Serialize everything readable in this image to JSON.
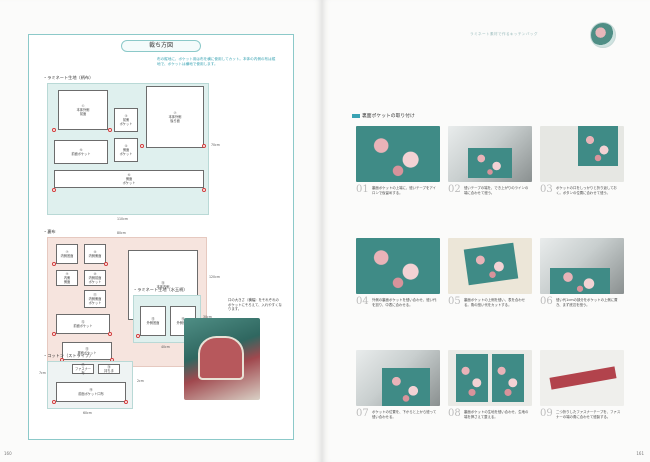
{
  "left_page": {
    "title": "裁ち方図",
    "note": "布の縦地に、ポケット用は布を横に使用してカット。本体の内側の布は縦地で、ポケットは横地で使用します。",
    "section_laminate": "・ラミネート生地（柄布）",
    "section_lining": "・裏布",
    "section_laminate2": "・ラミネート生地（水玉柄）",
    "section_cotton": "・コットン（ストライプ）",
    "pieces_top": [
      "①\n本体外側\n前面",
      "③\n前側\nポケット",
      "②\n本体外側\n後ろ面",
      "④\n側面\nポケット",
      "⑤\n前面ポケット",
      "⑥\n側面\nポケット"
    ],
    "pieces_lining": [
      "⑦\n内側底面",
      "⑧\n内側側面",
      "⑨\n内側\n側面",
      "⑩\n内側前面\nポケット",
      "⑪\n内側側面\nポケット",
      "⑫\n前面ポケット",
      "⑬\n裏面ポケット",
      "⑭\n本体内側"
    ],
    "pieces_laminate2": [
      "⑮\n外側底面",
      "⑯\n外側側面"
    ],
    "pieces_cotton": [
      "⑰\nファスナー\n布",
      "⑱\n持ち手",
      "⑲\n前面ポケット口布"
    ],
    "dims": [
      "110cm",
      "70cm",
      "80cm",
      "120cm",
      "40cm",
      "30cm",
      "60cm",
      "7cm",
      "2cm"
    ],
    "callout": "口の大きさ（横幅）をそれぞれのポケットにそろえて、入れやすくなります。",
    "page_number": "160"
  },
  "right_page": {
    "running_head": "ラミネート素材で作るキッチンバッグ",
    "section_title": "裏面ポケットの取り付け",
    "steps": [
      {
        "num": "01",
        "text": "裏面ポケットの上端に、縫いテープをアイロンで仮留めする。"
      },
      {
        "num": "02",
        "text": "縫いテープの端を、でき上がりのラインの端に合わせて縫う。"
      },
      {
        "num": "03",
        "text": "ポケットの口をしっかりと折り返しておく。ボタンの位置に合わせて縫う。"
      },
      {
        "num": "04",
        "text": "外側の裏面ポケットを縫い合わせ、縫い代を割り、中表に合わせる。"
      },
      {
        "num": "05",
        "text": "裏面ポケットの上側を縫い、表を合わせる。角の縫い代をカットする。"
      },
      {
        "num": "06",
        "text": "縫い代1cmの部分をポケットの上側に置き、まず底辺を縫う。"
      },
      {
        "num": "07",
        "text": "ポケットの位置を、下からと上から縫って縫い合わせる。"
      },
      {
        "num": "08",
        "text": "裏面ポケットの生地を縫い合わせ、生地の端を押さえて整える。"
      },
      {
        "num": "09",
        "text": "二つ折りしたファスナーテープを、ファスナーの端の角に合わせて縫製する。"
      }
    ],
    "page_number": "161"
  },
  "colors": {
    "accent": "#3aa3b3",
    "laminate_panel": "#dff0ee",
    "lining_panel": "#f6e4de",
    "pin": "#d23b3b"
  }
}
